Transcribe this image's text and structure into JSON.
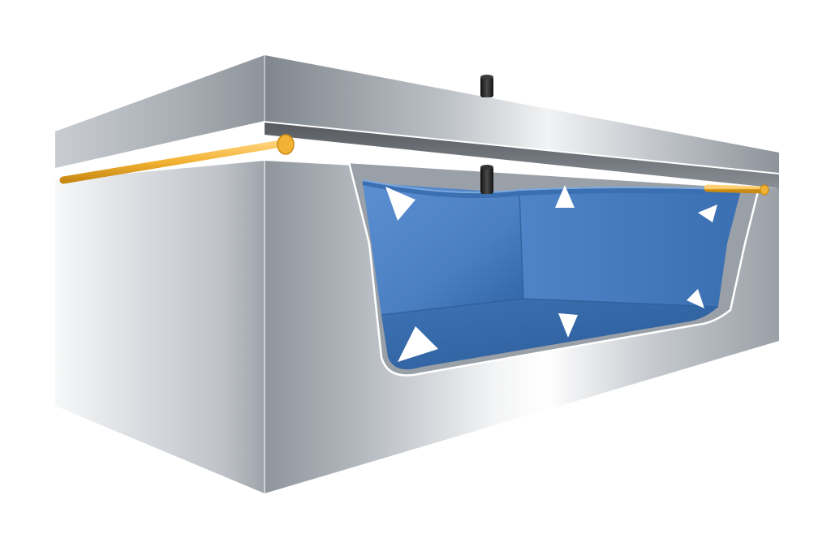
{
  "illustration": {
    "colors": {
      "background": "#ffffff",
      "steel_light": "#e6e8eb",
      "steel_mid": "#b4b9bf",
      "steel_dark": "#7d838a",
      "liner_blue": "#4a7fc1",
      "liner_blue_dark": "#2e5f9e",
      "insulation_yellow": "#f2b233",
      "port_black": "#222222",
      "arrow_white": "#ffffff"
    },
    "parts": [
      {
        "id": "housing",
        "icon": "steel-housing"
      },
      {
        "id": "lid",
        "icon": "steel-lid"
      },
      {
        "id": "cutaway-cavity",
        "icon": "cutaway-window"
      },
      {
        "id": "inner-liner",
        "icon": "blue-liner-bag"
      },
      {
        "id": "seal-tube",
        "icon": "yellow-seal-tube"
      },
      {
        "id": "top-port",
        "icon": "black-port"
      },
      {
        "id": "inner-port",
        "icon": "black-port"
      },
      {
        "id": "pressure-arrows",
        "icon": "white-arrow",
        "count": 6
      }
    ]
  }
}
